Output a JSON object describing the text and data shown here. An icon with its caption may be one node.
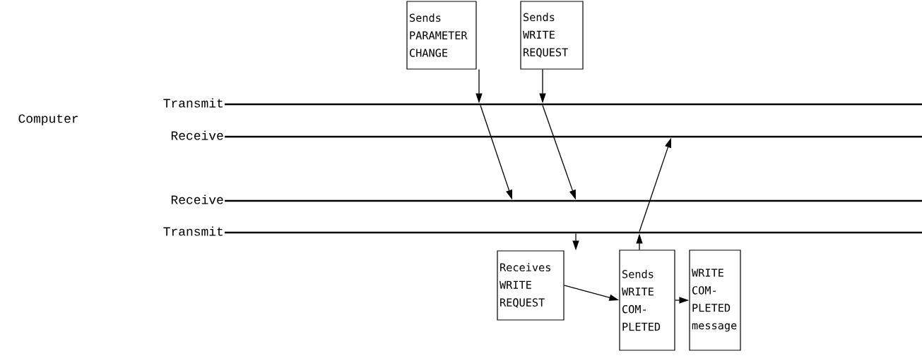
{
  "diagram": {
    "nodes": [
      {
        "text": [
          "Sends PARAMETER CHANGE"
        ]
      },
      {
        "text": [
          "Sends WRITE REQUEST"
        ]
      },
      {
        "text": [
          "Transmit"
        ]
      },
      {
        "text": [
          "Receive"
        ]
      },
      {
        "text": [
          "Receive"
        ]
      },
      {
        "text": [
          "Transmit"
        ]
      },
      {
        "text": [
          "Receives WRITE REQUEST"
        ]
      },
      {
        "text": [
          "Sends WRITE COM- PLETED"
        ]
      },
      {
        "text": [
          "WRITE COM- PLETED message"
        ]
      }
    ],
    "edges": [
      {
        "from": 0,
        "to": 2,
        "arrow": "to"
      },
      {
        "from": 1,
        "to": 2,
        "arrow": "to"
      },
      {
        "from": 2,
        "to": 4,
        "arrow": "to"
      },
      {
        "from": 2,
        "to": 4,
        "arrow": "to"
      },
      {
        "from": 5,
        "to": 6,
        "arrow": "to"
      },
      {
        "from": 7,
        "to": 5,
        "arrow": "to"
      },
      {
        "from": 5,
        "to": 3,
        "arrow": "to"
      },
      {
        "from": 6,
        "to": 7,
        "arrow": "to"
      },
      {
        "from": 7,
        "to": 8,
        "arrow": "to"
      }
    ],
    "labels": [
      "Computer"
    ]
  }
}
